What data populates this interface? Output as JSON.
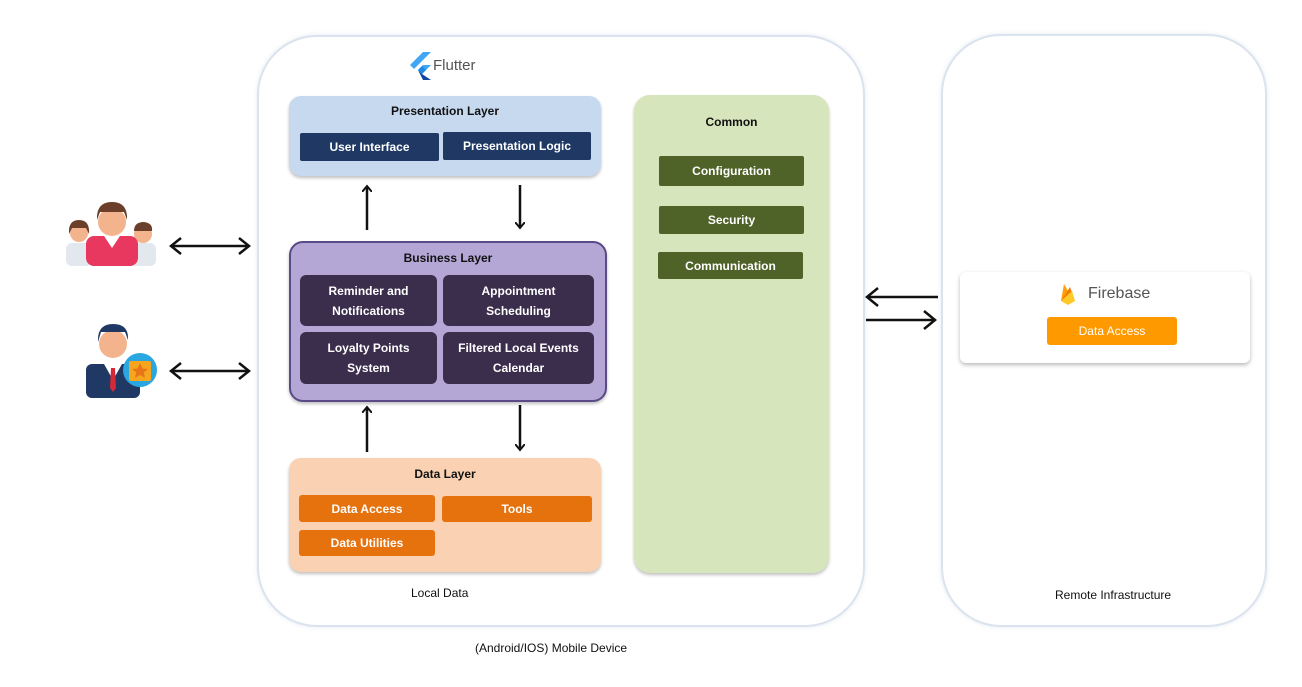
{
  "flutter_logo_text": "Flutter",
  "presentation_layer": {
    "title": "Presentation Layer",
    "items": [
      "User Interface",
      "Presentation Logic"
    ]
  },
  "business_layer": {
    "title": "Business Layer",
    "items": [
      "Reminder and\nNotifications",
      "Appointment\nScheduling",
      "Loyalty Points\nSystem",
      "Filtered Local Events\nCalendar"
    ]
  },
  "data_layer": {
    "title": "Data Layer",
    "items": [
      "Data Access",
      "Tools",
      "Data Utilities"
    ]
  },
  "common": {
    "title": "Common",
    "items": [
      "Configuration",
      "Security",
      "Communication"
    ]
  },
  "local_data_label": "Local Data",
  "device_label": "(Android/IOS) Mobile Device",
  "firebase": {
    "logo_text": "Firebase",
    "item": "Data Access"
  },
  "remote_label": "Remote Infrastructure",
  "colors": {
    "presentation_bg": "#c6d9ef",
    "presentation_box": "#1f3864",
    "business_bg": "#b4a7d6",
    "business_box": "#3b2d4c",
    "data_bg": "#fad2b3",
    "data_box": "#e6720e",
    "common_bg": "#d7e5bd",
    "common_box": "#4f6228"
  },
  "icons": [
    "flutter-logo-icon",
    "firebase-flame-icon",
    "user-group-icon",
    "business-user-icon"
  ]
}
